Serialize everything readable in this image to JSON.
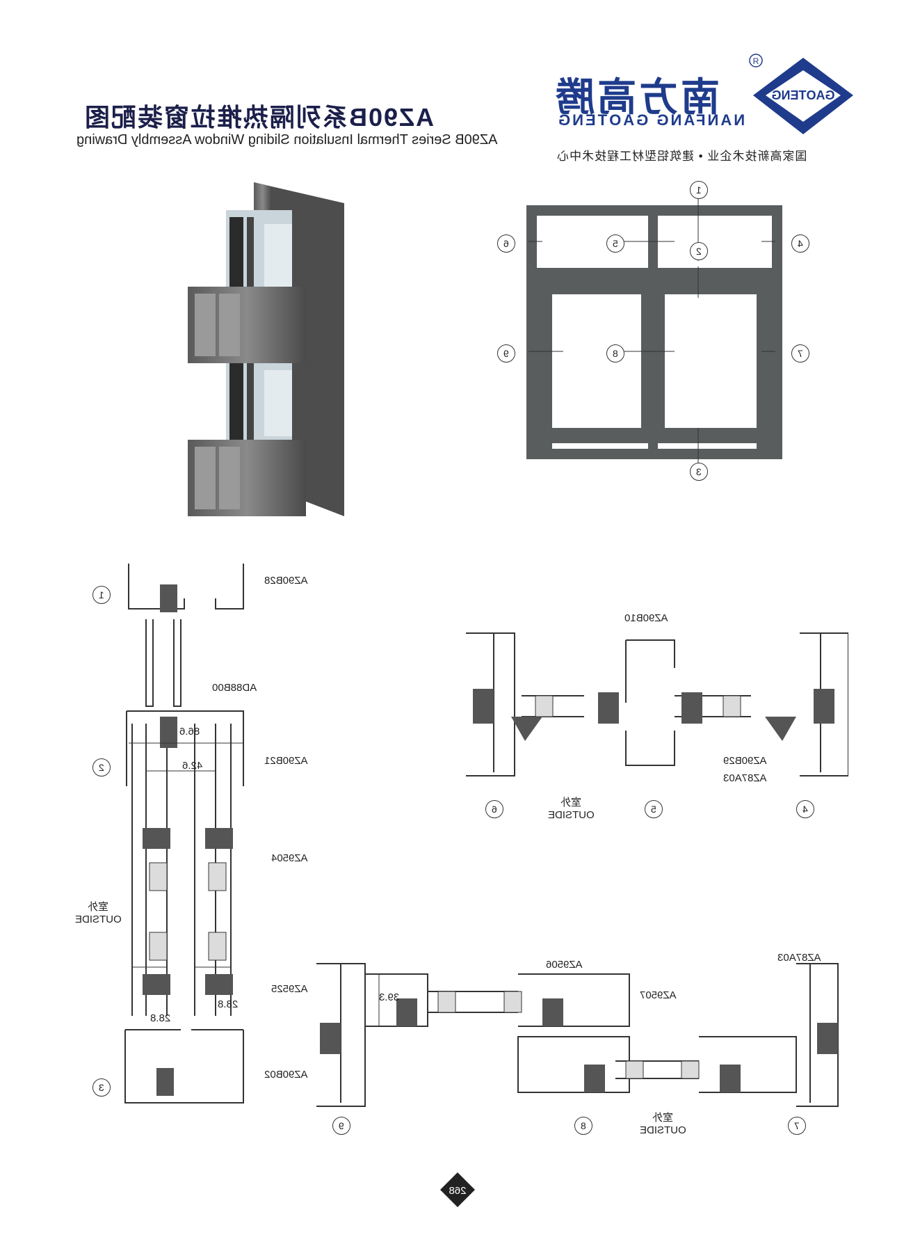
{
  "header": {
    "title": "AZ90B系列隔热推拉窗装配图",
    "subtitle": "AZ90B Series Thermal Insulation Sliding Window Assembly Drawing"
  },
  "brand": {
    "name_cn": "南方高腾",
    "name_en": "NANFANG GAOTENG",
    "logo_text": "GAOTENG",
    "registered": "R",
    "slogan": "国家高新技术企业 • 建筑铝型材工程技术中心"
  },
  "elevation": {
    "markers": [
      "1",
      "2",
      "3",
      "4",
      "5",
      "6",
      "7",
      "8",
      "9"
    ]
  },
  "section_left": {
    "profiles": [
      "AZ90B28",
      "AD88B00",
      "AZ90B21",
      "AZ9504",
      "AZ9525",
      "AZ90B02"
    ],
    "dims": [
      "86.6",
      "42.6",
      "28.8",
      "28.8"
    ],
    "markers": [
      "1",
      "2",
      "3"
    ],
    "outside_cn": "室外",
    "outside_en": "OUTSIDE"
  },
  "section_top_right": {
    "profiles": [
      "AZ90B10",
      "AZ90B29",
      "AZ87A03"
    ],
    "markers": [
      "6",
      "5",
      "4"
    ],
    "outside_cn": "室外",
    "outside_en": "OUTSIDE"
  },
  "section_bottom_right": {
    "profiles": [
      "AZ9506",
      "AZ9507",
      "AZ87A03"
    ],
    "dims": [
      "39.3"
    ],
    "markers": [
      "9",
      "8",
      "7"
    ],
    "outside_cn": "室外",
    "outside_en": "OUTSIDE"
  },
  "footer": {
    "page_number": "268"
  }
}
